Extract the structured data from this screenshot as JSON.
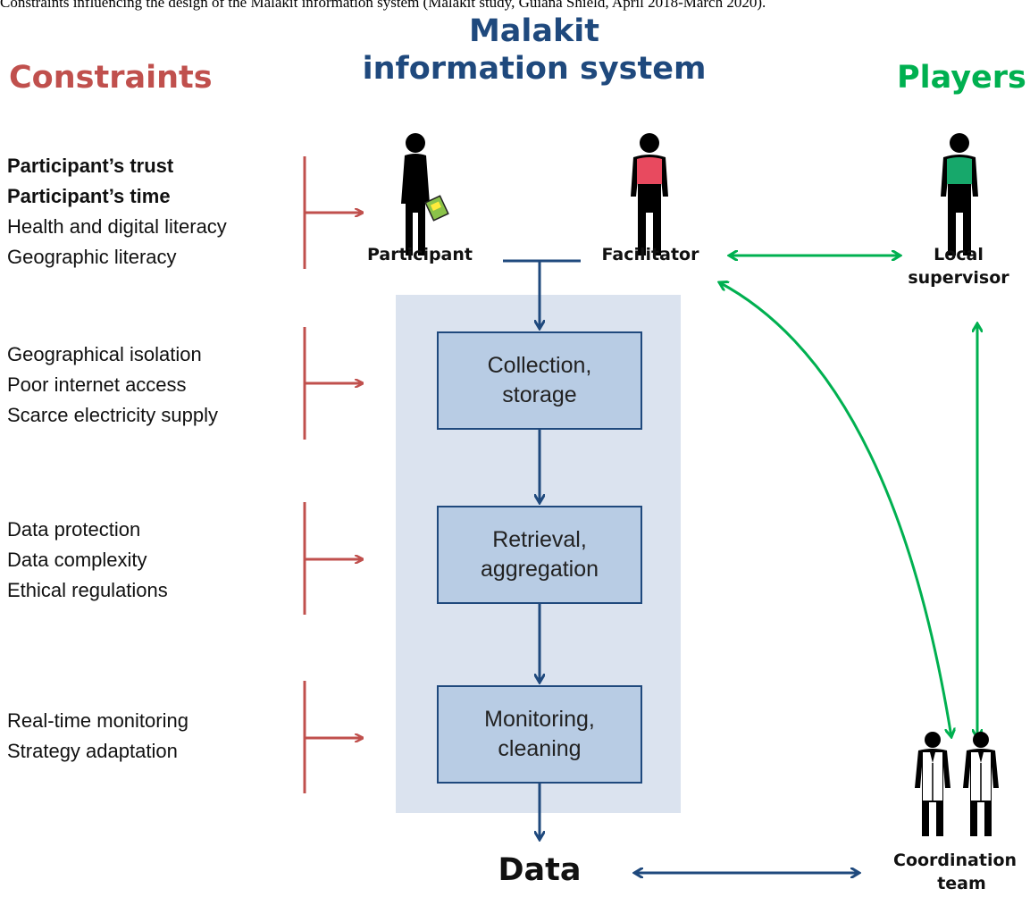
{
  "caption": "Constraints influencing the design of the Malakit information system (Malakit study, Guiana Shield, April 2018-March 2020).",
  "headings": {
    "constraints": "Constraints",
    "system_line1": "Malakit",
    "system_line2": "information system",
    "players": "Players"
  },
  "constraint_groups": [
    {
      "items": [
        "Participant’s trust",
        "Participant’s time",
        "Health and digital literacy",
        "Geographic literacy"
      ],
      "bold": [
        true,
        true,
        false,
        false
      ]
    },
    {
      "items": [
        "Geographical isolation",
        "Poor internet access",
        "Scarce electricity supply"
      ]
    },
    {
      "items": [
        "Data protection",
        "Data complexity",
        "Ethical regulations"
      ]
    },
    {
      "items": [
        "Real-time monitoring",
        "Strategy adaptation"
      ]
    }
  ],
  "process_steps": [
    {
      "line1": "Collection,",
      "line2": "storage"
    },
    {
      "line1": "Retrieval,",
      "line2": "aggregation"
    },
    {
      "line1": "Monitoring,",
      "line2": "cleaning"
    }
  ],
  "output": "Data",
  "players": {
    "participant": "Participant",
    "facilitator": "Facilitator",
    "local_supervisor_line1": "Local",
    "local_supervisor_line2": "supervisor",
    "coordination_line1": "Coordination",
    "coordination_line2": "team"
  },
  "colors": {
    "constraint_red": "#c0504d",
    "system_blue": "#1f497d",
    "player_green": "#00b050",
    "box_fill": "#b8cce4",
    "panel_fill": "#dbe3ef",
    "facilitator_shirt": "#e84a5f",
    "supervisor_shirt": "#17a86b"
  }
}
